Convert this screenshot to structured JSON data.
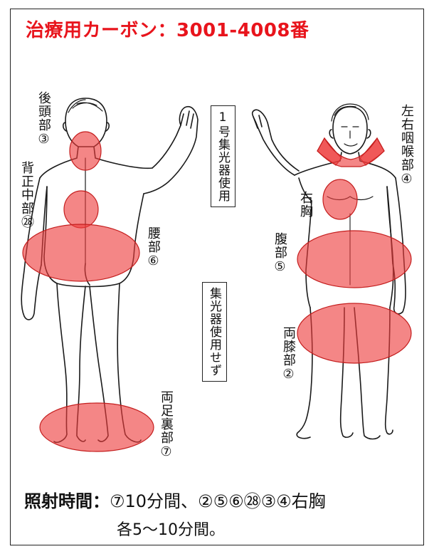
{
  "title": "治療用カーボン：3001-4008番",
  "boxes": {
    "top": "1号集光器使用",
    "middle": "集光器使用せず"
  },
  "labels": {
    "occipital": "後頭部③",
    "back_center": "背正中部㉘",
    "lumbar": "腰部⑥",
    "soles": "両足裏部⑦",
    "throat": "左右咽喉部④",
    "right_chest": "右胸",
    "abdomen": "腹部⑤",
    "knees": "両膝部②"
  },
  "footer": {
    "label": "照射時間：",
    "line1": "⑦10分間、②⑤⑥㉘③④右胸",
    "line2": "各5〜10分間。"
  },
  "colors": {
    "title": "#e8141c",
    "zone_fill": "#ee3c3c",
    "zone_stroke": "#c41e1e"
  }
}
